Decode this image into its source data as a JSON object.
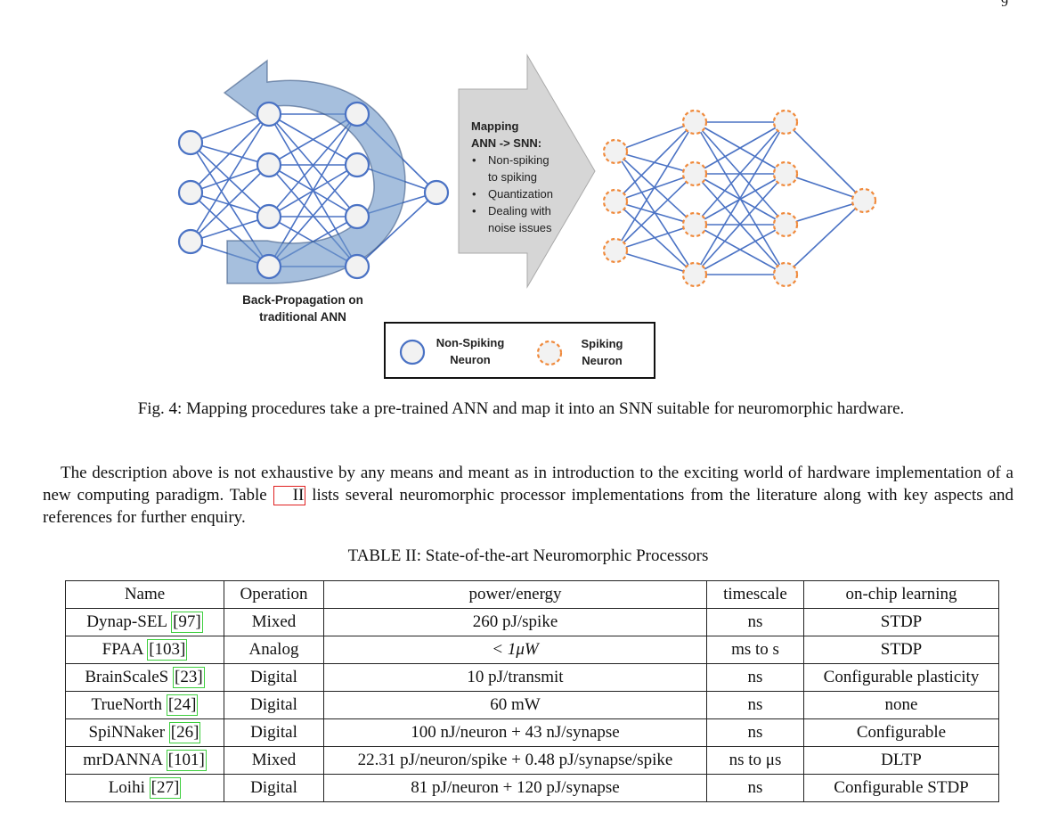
{
  "page_number": "9",
  "figure": {
    "arrow_label_line1": "Back-Propagation on",
    "arrow_label_line2": "traditional ANN",
    "mapping_title_line1": "Mapping",
    "mapping_title_line2": "ANN -> SNN:",
    "bullet1_line1": "Non-spiking",
    "bullet1_line2": "to spiking",
    "bullet2": "Quantization",
    "bullet3_line1": "Dealing with",
    "bullet3_line2": "noise issues",
    "legend_nonspiking_line1": "Non-Spiking",
    "legend_nonspiking_line2": "Neuron",
    "legend_spiking_line1": "Spiking",
    "legend_spiking_line2": "Neuron",
    "colors": {
      "nonspiking": "#4a72c4",
      "spiking": "#f08a3c",
      "arrow": "#6f97c8",
      "gray_arrow": "#d6d6d6"
    }
  },
  "caption": "Fig. 4: Mapping procedures take a pre-trained ANN and map it into an SNN suitable for neuromorphic hardware.",
  "paragraph": {
    "before": "The description above is not exhaustive by any means and meant as in introduction to the exciting world of hardware implementation of a new computing paradigm. Table ",
    "ref": "II",
    "after": " lists several neuromorphic processor implementations from the literature along with key aspects and references for further enquiry."
  },
  "table": {
    "caption": "TABLE II: State-of-the-art Neuromorphic Processors",
    "headers": [
      "Name",
      "Operation",
      "power/energy",
      "timescale",
      "on-chip learning"
    ],
    "rows": [
      {
        "name": "Dynap-SEL",
        "ref": "97",
        "operation": "Mixed",
        "power": "260 pJ/spike",
        "timescale": "ns",
        "learning": "STDP"
      },
      {
        "name": "FPAA",
        "ref": "103",
        "operation": "Analog",
        "power": "< 1μW",
        "timescale": "ms to s",
        "learning": "STDP"
      },
      {
        "name": "BrainScaleS",
        "ref": "23",
        "operation": "Digital",
        "power": "10 pJ/transmit",
        "timescale": "ns",
        "learning": "Configurable plasticity"
      },
      {
        "name": "TrueNorth",
        "ref": "24",
        "operation": "Digital",
        "power": "60 mW",
        "timescale": "ns",
        "learning": "none"
      },
      {
        "name": "SpiNNaker",
        "ref": "26",
        "operation": "Digital",
        "power": "100 nJ/neuron + 43 nJ/synapse",
        "timescale": "ns",
        "learning": "Configurable"
      },
      {
        "name": "mrDANNA",
        "ref": "101",
        "operation": "Mixed",
        "power": "22.31 pJ/neuron/spike + 0.48 pJ/synapse/spike",
        "timescale": "ns to μs",
        "learning": "DLTP"
      },
      {
        "name": "Loihi",
        "ref": "27",
        "operation": "Digital",
        "power": "81 pJ/neuron + 120 pJ/synapse",
        "timescale": "ns",
        "learning": "Configurable STDP"
      }
    ]
  }
}
